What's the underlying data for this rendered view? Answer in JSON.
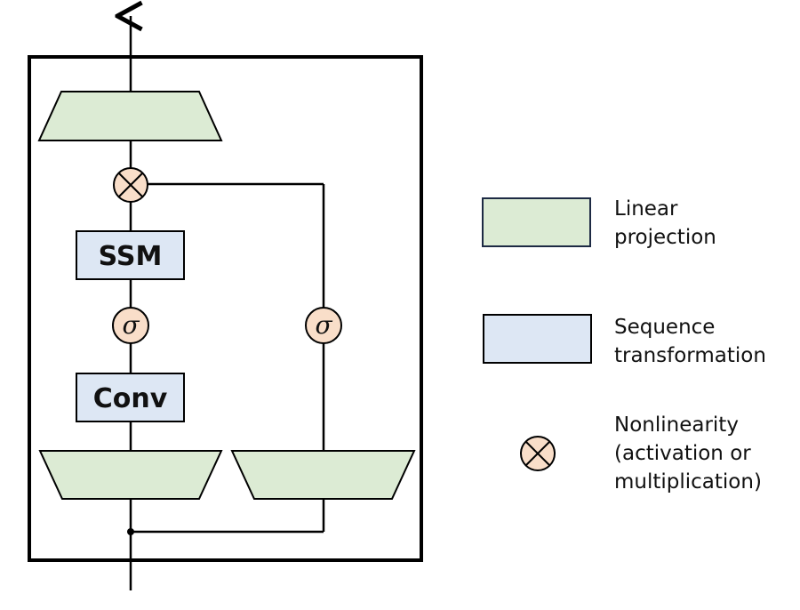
{
  "diagram": {
    "blocks": {
      "ssm": "SSM",
      "conv": "Conv"
    },
    "activation_symbol": "σ"
  },
  "legend": {
    "linear_projection": [
      "Linear",
      "projection"
    ],
    "sequence_transformation": [
      "Sequence",
      "transformation"
    ],
    "nonlinearity": [
      "Nonlinearity",
      "(activation or",
      "multiplication)"
    ]
  },
  "colors": {
    "linear_projection": "#dcebd4",
    "sequence_transformation": "#dde7f4",
    "nonlinearity": "#f9dec9",
    "stroke": "#000000"
  }
}
